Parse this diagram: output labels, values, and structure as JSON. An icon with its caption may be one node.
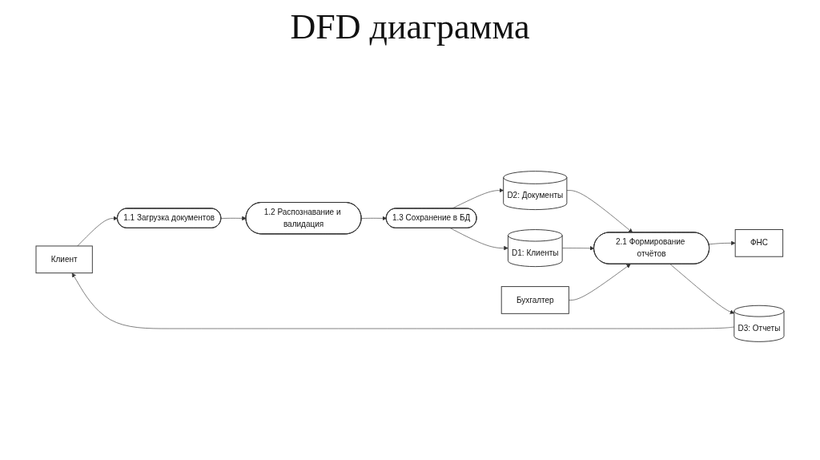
{
  "diagram": {
    "title": "DFD диаграмма",
    "nodes": [
      {
        "text": [
          "Клиент"
        ]
      },
      {
        "text": [
          "1.1 Загрузка документов"
        ]
      },
      {
        "text": [
          "1.2 Распознавание и валидация"
        ]
      },
      {
        "text": [
          "1.3 Сохранение в БД"
        ]
      },
      {
        "text": [
          "D2: Документы"
        ]
      },
      {
        "text": [
          "D1: Клиенты"
        ]
      },
      {
        "text": [
          "Бухгалтер"
        ]
      },
      {
        "text": [
          "2.1 Формирование отчётов"
        ]
      },
      {
        "text": [
          "ФНС"
        ]
      },
      {
        "text": [
          "D3: Отчеты"
        ]
      }
    ],
    "edges": [
      {
        "from": 0,
        "to": 1,
        "arrow": "to"
      },
      {
        "from": 1,
        "to": 2,
        "arrow": "to"
      },
      {
        "from": 2,
        "to": 3,
        "arrow": "to"
      },
      {
        "from": 3,
        "to": 4,
        "arrow": "to"
      },
      {
        "from": 3,
        "to": 5,
        "arrow": "to"
      },
      {
        "from": 4,
        "to": 7,
        "arrow": "to"
      },
      {
        "from": 5,
        "to": 7,
        "arrow": "to"
      },
      {
        "from": 6,
        "to": 7,
        "arrow": "to"
      },
      {
        "from": 7,
        "to": 8,
        "arrow": "to"
      },
      {
        "from": 7,
        "to": 9,
        "arrow": "to"
      },
      {
        "from": 9,
        "to": 0,
        "arrow": "to"
      }
    ]
  }
}
